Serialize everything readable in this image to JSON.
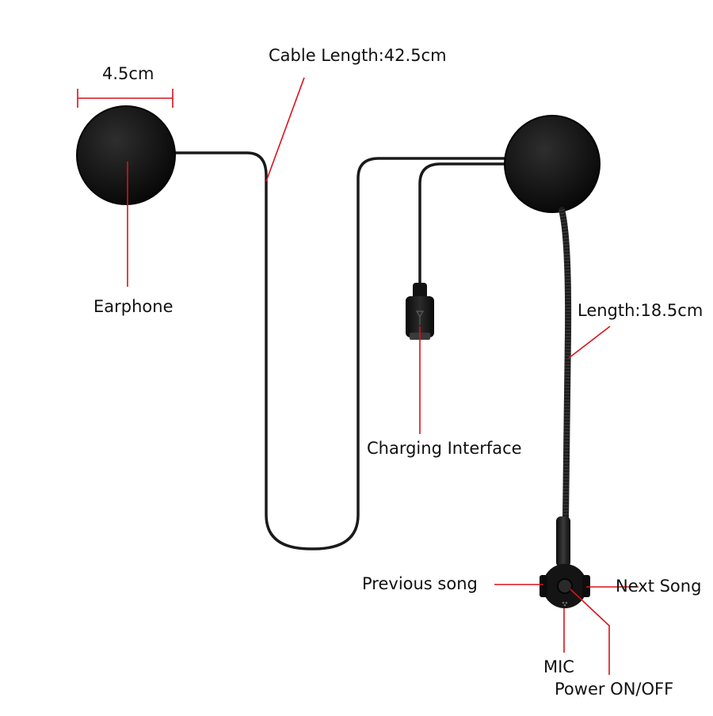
{
  "labels": {
    "width": "4.5cm",
    "cable_length": "Cable Length:42.5cm",
    "earphone": "Earphone",
    "mic_length": "Length:18.5cm",
    "charging": "Charging Interface",
    "previous": "Previous song",
    "next": "Next Song",
    "mic": "MIC",
    "power": "Power ON/OFF"
  },
  "colors": {
    "leader": "#d9121b",
    "cable": "#1a1a1a",
    "foam": "#141414",
    "text": "#111111"
  }
}
